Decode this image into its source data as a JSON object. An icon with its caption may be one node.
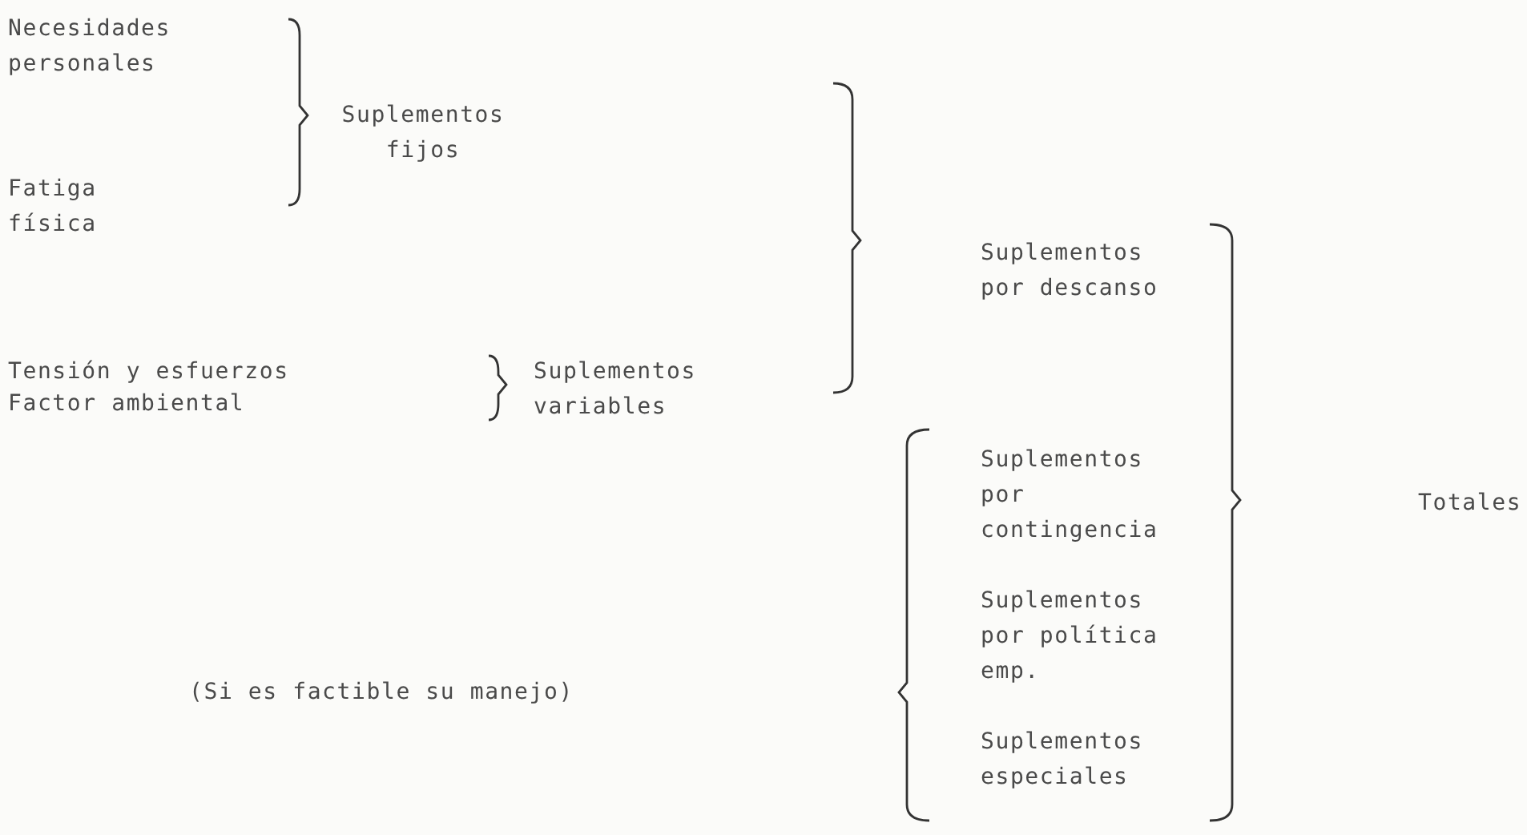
{
  "diagram": {
    "labels": [
      "Necesidades personales",
      "Suplementos fijos",
      "Fatiga física",
      "Suplementos por descanso",
      "Tensión y esfuerzos",
      "Suplementos variables",
      "Factor ambiental",
      "Suplementos por contingencia",
      "Totales",
      "Suplementos por política emp.",
      "(Si es factible su manejo)",
      "Suplementos especiales"
    ]
  }
}
